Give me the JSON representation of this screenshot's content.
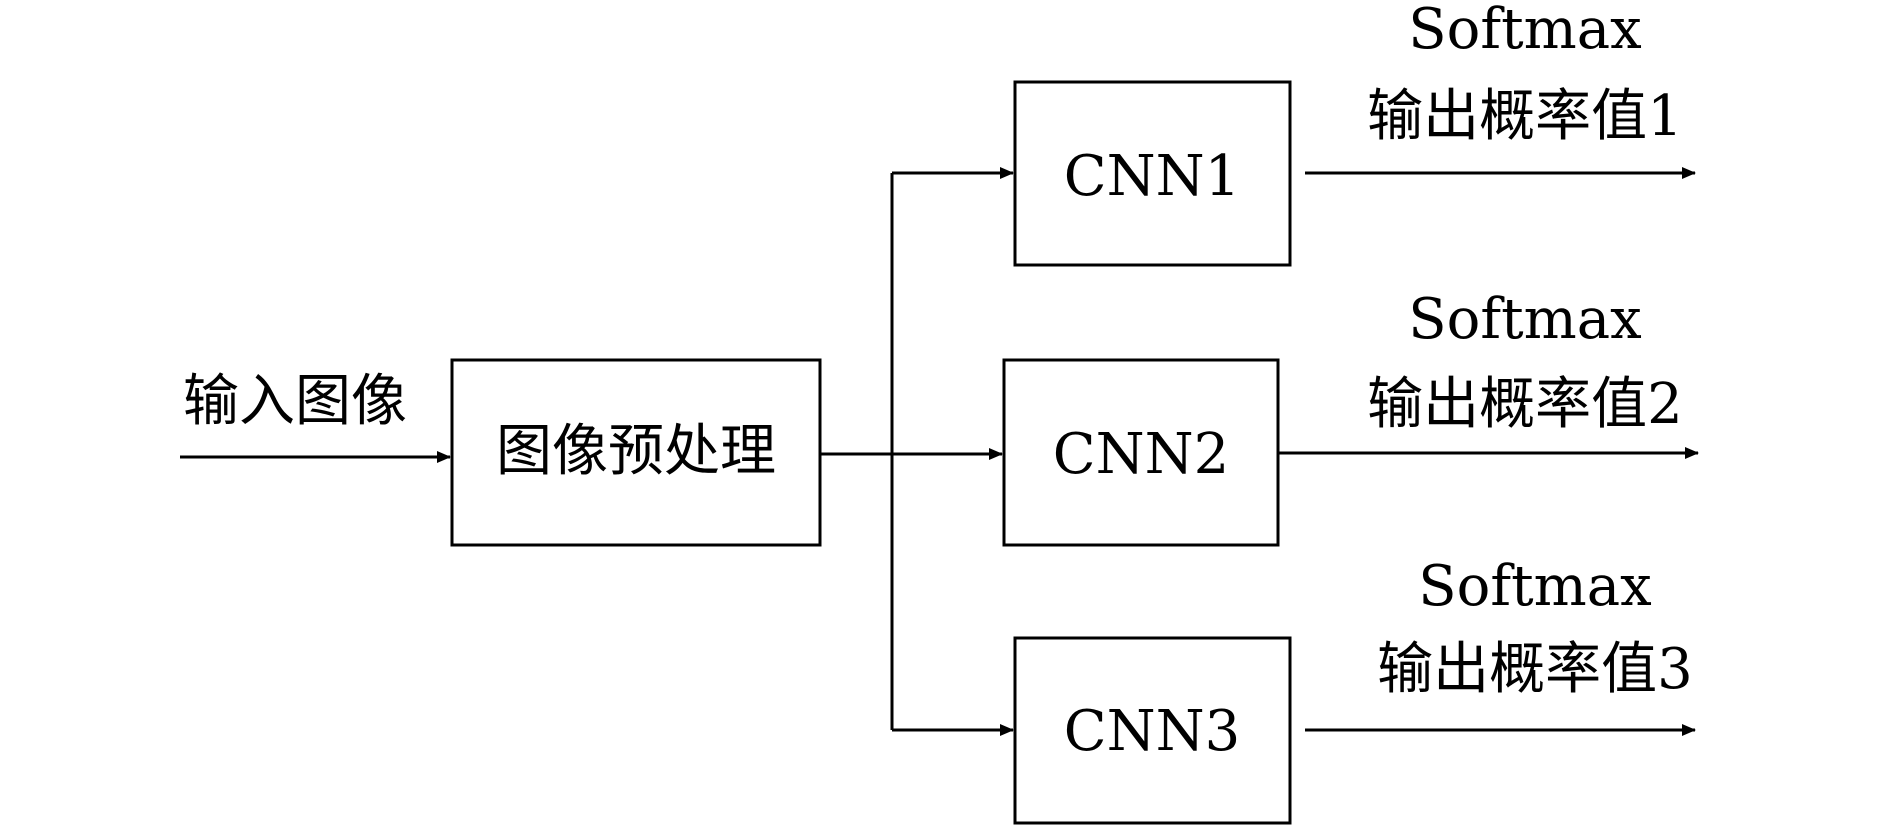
{
  "input_label": "输入图像",
  "preprocess_label": "图像预处理",
  "cnn_boxes": [
    {
      "label": "CNN1"
    },
    {
      "label": "CNN2"
    },
    {
      "label": "CNN3"
    }
  ],
  "outputs": [
    {
      "softmax": "Softmax",
      "prob": "输出概率值1"
    },
    {
      "softmax": "Softmax",
      "prob": "输出概率值2"
    },
    {
      "softmax": "Softmax",
      "prob": "输出概率值3"
    }
  ]
}
